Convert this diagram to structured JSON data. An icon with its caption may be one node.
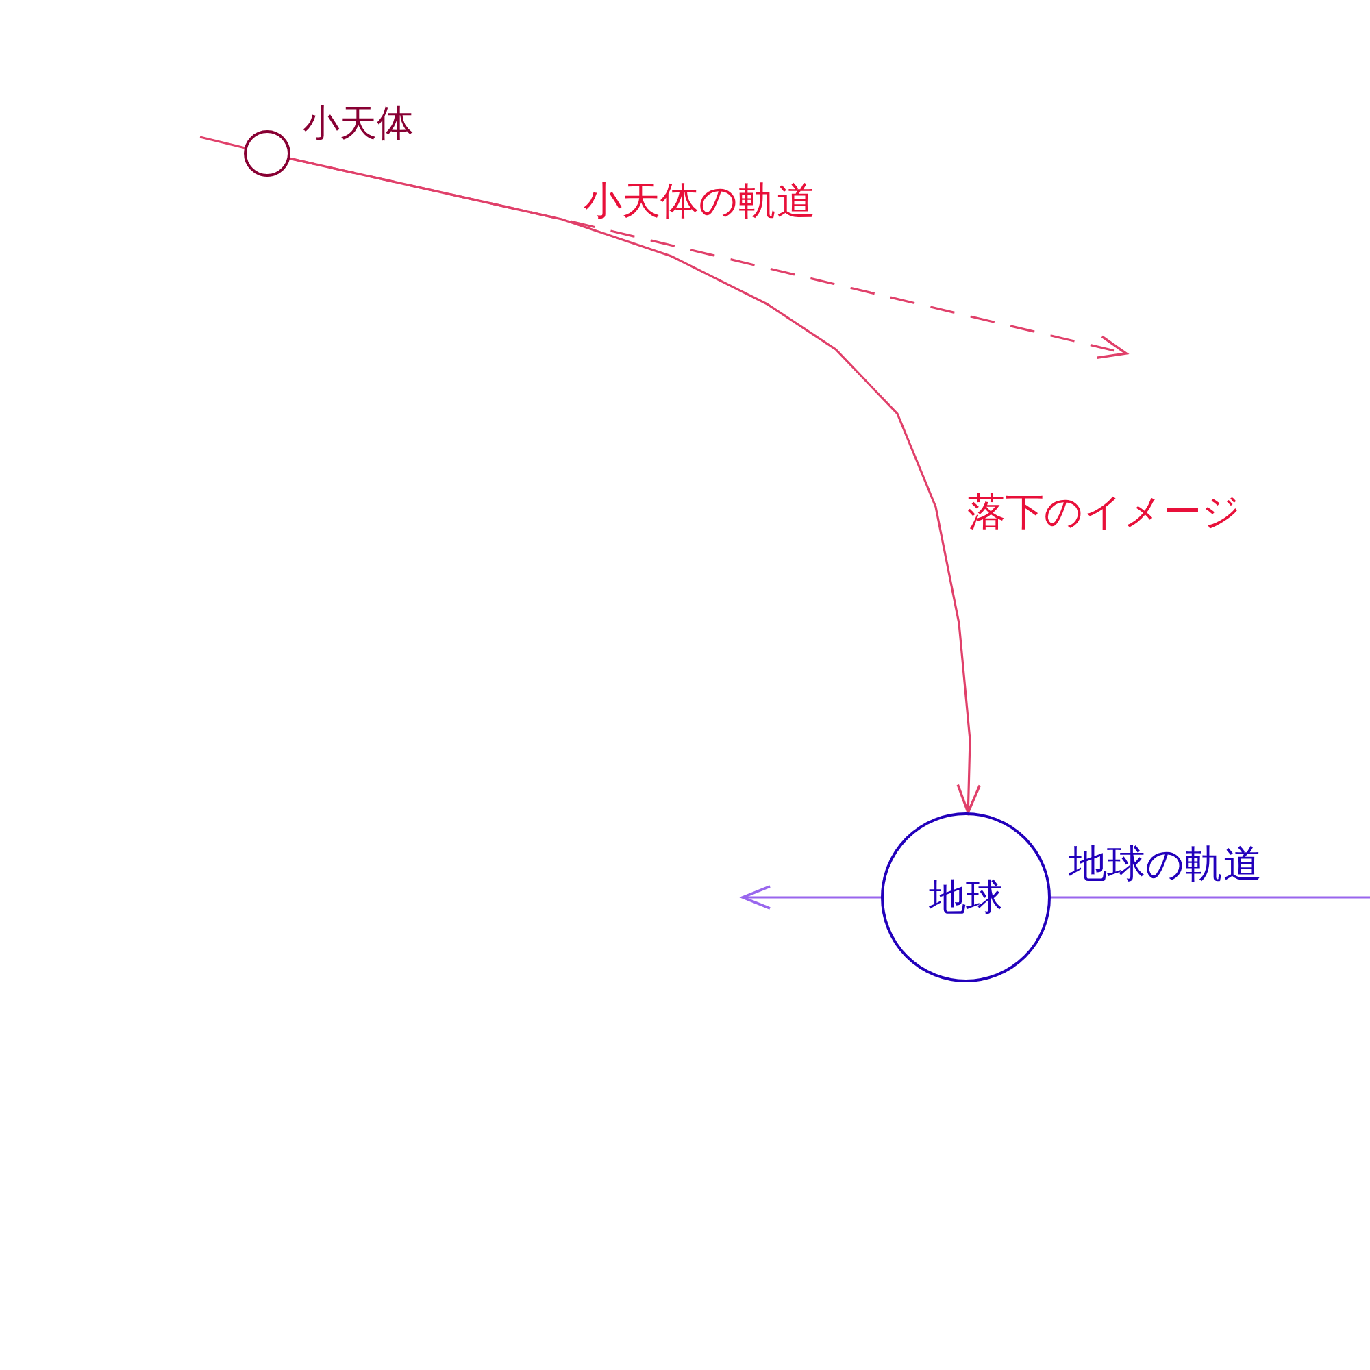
{
  "diagram": {
    "nodes": [
      {
        "text": [],
        "shape": "circle",
        "beside": [
          "小天体"
        ]
      },
      {
        "text": [
          "地球"
        ]
      }
    ],
    "edges": [
      {
        "from": 0,
        "to": 1,
        "arrow": "to",
        "label": "落下のイメージ"
      },
      {
        "from": 0,
        "to": null,
        "arrow": "to",
        "style": "dashed",
        "label": "小天体の軌道"
      },
      {
        "from": null,
        "to": 1,
        "arrow": "none",
        "label": "地球の軌道",
        "color": "#9966ee"
      },
      {
        "from": 1,
        "to": null,
        "arrow": "to",
        "color": "#9966ee"
      }
    ]
  }
}
